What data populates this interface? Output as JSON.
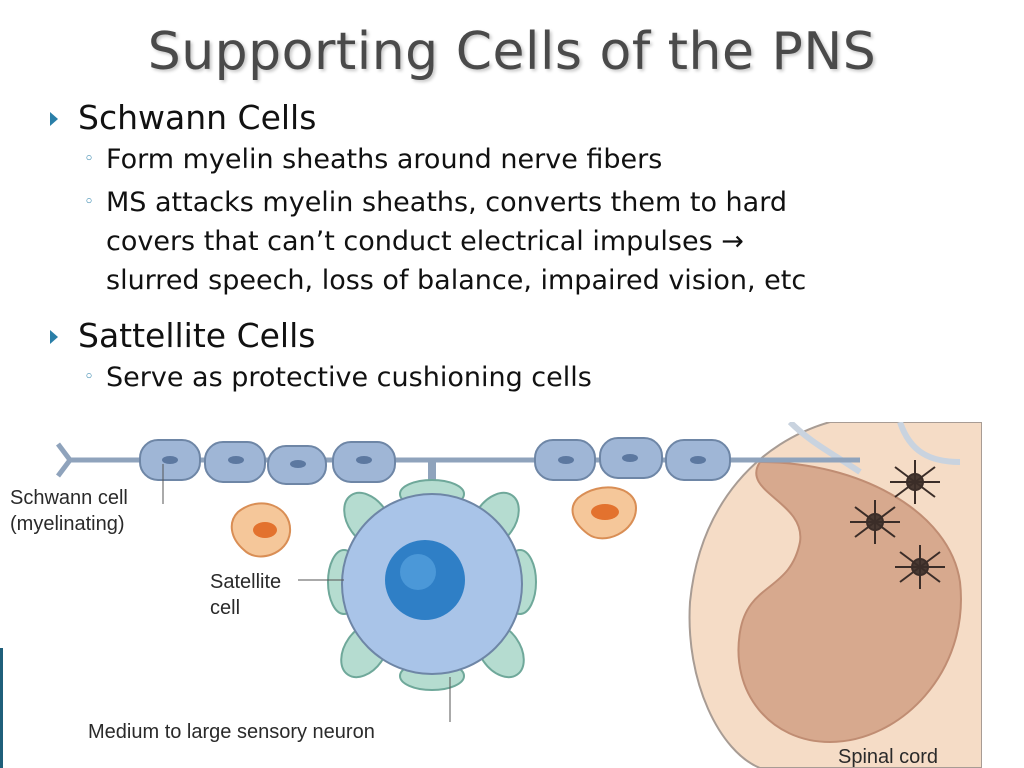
{
  "slide": {
    "title": "Supporting Cells of the PNS",
    "bullets": [
      {
        "text": "Schwann Cells",
        "sub": [
          {
            "lines": [
              "Form myelin sheaths around nerve fibers"
            ]
          },
          {
            "lines": [
              "MS attacks myelin sheaths, converts them to hard",
              "covers that can’t conduct electrical impulses →",
              "slurred speech, loss of balance, impaired vision, etc"
            ]
          }
        ]
      },
      {
        "text": "Sattellite Cells",
        "sub": [
          {
            "lines": [
              "Serve as protective cushioning cells"
            ]
          }
        ]
      }
    ]
  },
  "figure": {
    "labels": {
      "schwann_line1": "Schwann cell",
      "schwann_line2": "(myelinating)",
      "satellite_line1": "Satellite",
      "satellite_line2": "cell",
      "neuron": "Medium to large sensory neuron",
      "spinal": "Spinal cord"
    }
  }
}
